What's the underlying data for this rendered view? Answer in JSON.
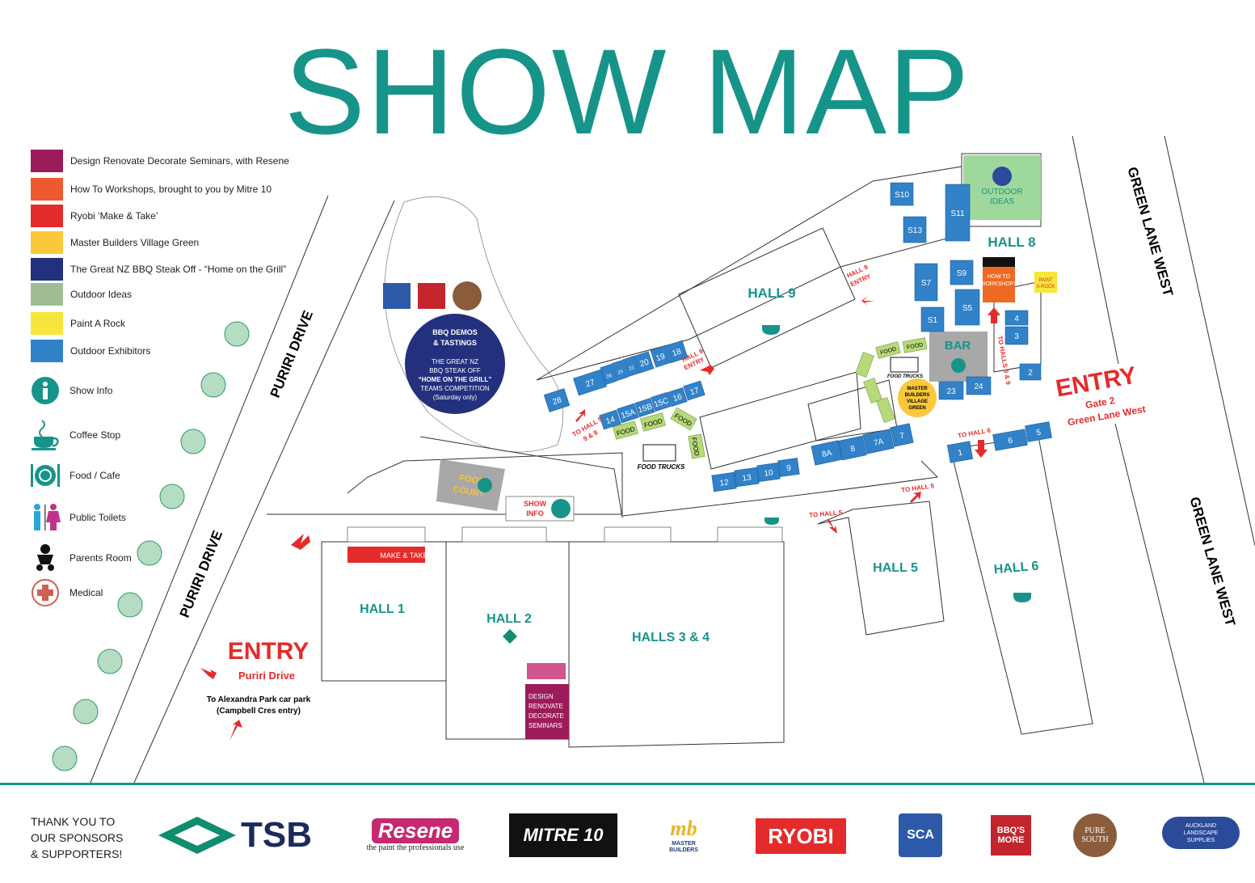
{
  "title": "SHOW MAP",
  "legend": {
    "categories": [
      {
        "label": "Design Renovate Decorate Seminars, with Resene",
        "color": "#9c1c5a"
      },
      {
        "label": "How To Workshops, brought to you by Mitre 10",
        "color": "#ee5a2f"
      },
      {
        "label": "Ryobi ‘Make & Take’",
        "color": "#e42b2b"
      },
      {
        "label": "Master Builders Village Green",
        "color": "#fcc83b"
      },
      {
        "label": "The Great NZ BBQ Steak Off - “Home on the Grill”",
        "color": "#23307e"
      },
      {
        "label": "Outdoor Ideas",
        "color": "#9ebd94"
      },
      {
        "label": "Paint A Rock",
        "color": "#f6e63c"
      },
      {
        "label": "Outdoor Exhibitors",
        "color": "#3182c8"
      }
    ],
    "icons": [
      {
        "label": "Show Info",
        "icon": "info-icon"
      },
      {
        "label": "Coffee Stop",
        "icon": "coffee-cup-icon"
      },
      {
        "label": "Food / Cafe",
        "icon": "plate-cutlery-icon"
      },
      {
        "label": "Public Toilets",
        "icon": "toilets-icon"
      },
      {
        "label": "Parents Room",
        "icon": "baby-icon"
      },
      {
        "label": "Medical",
        "icon": "medical-cross-icon"
      }
    ]
  },
  "colors": {
    "teal": "#179489",
    "red": "#e42b2b",
    "blue": "#3182c8",
    "green_tag": "#b6d97a",
    "navy": "#23307e",
    "grey": "#a8a8a8"
  },
  "streets": {
    "puriri_top": "PURIRI DRIVE",
    "puriri_bottom": "PURIRI DRIVE",
    "green_lane_top": "GREEN LANE WEST",
    "green_lane_bottom": "GREEN LANE WEST"
  },
  "halls": {
    "hall1": "HALL 1",
    "hall2": "HALL 2",
    "halls34": "HALLS 3 & 4",
    "hall5": "HALL 5",
    "hall6": "HALL 6",
    "hall8": "HALL 8",
    "hall9": "HALL 9"
  },
  "entries": {
    "puriri": {
      "title": "ENTRY",
      "sub": "Puriri Drive",
      "note1": "To Alexandra Park car park",
      "note2": "(Campbell Cres entry)"
    },
    "gate2": {
      "title": "ENTRY",
      "sub1": "Gate 2",
      "sub2": "Green Lane West"
    }
  },
  "directions": {
    "to_hall5_98_a": "TO HALL 5",
    "to_hall5_98_b": "9 & 8",
    "hall9_entry_a": "HALL 9",
    "hall9_entry_b": "ENTRY",
    "to_halls_89": "TO HALLS 8 & 9",
    "to_hall6": "TO HALL 6",
    "to_hall5_a": "TO HALL 5",
    "to_hall5_b": "TO HALL 5"
  },
  "areas": {
    "bbq_title1": "BBQ DEMOS",
    "bbq_title2": "& TASTINGS",
    "bbq_l1": "THE GREAT NZ",
    "bbq_l2": "BBQ STEAK OFF",
    "bbq_l3": "“HOME ON THE GRILL”",
    "bbq_l4": "TEAMS COMPETITION",
    "bbq_l5": "(Saturday only)",
    "food_court1": "FOOD",
    "food_court2": "COURT",
    "bar": "BAR",
    "show_info1": "SHOW",
    "show_info2": "INFO",
    "food_trucks": "FOOD TRUCKS",
    "master_builders1": "MASTER",
    "master_builders2": "BUILDERS",
    "master_builders3": "VILLAGE",
    "master_builders4": "GREEN",
    "outdoor_ideas1": "OUTDOOR",
    "outdoor_ideas2": "IDEAS",
    "how_to1": "HOW TO",
    "how_to2": "WORKSHOPS",
    "paint1": "PAINT",
    "paint2": "A ROCK",
    "ryobi_make": "MAKE & TAKE",
    "design1": "DESIGN",
    "design2": "RENOVATE",
    "design3": "DECORATE",
    "design4": "SEMINARS",
    "food": "FOOD"
  },
  "booths": [
    "S10",
    "S11",
    "S13",
    "S9",
    "S7",
    "S5",
    "S1",
    "4",
    "3",
    "2",
    "23",
    "24",
    "1",
    "6",
    "5",
    "8A",
    "8",
    "7A",
    "7",
    "12",
    "13",
    "10",
    "9",
    "28",
    "27",
    "26",
    "25",
    "21",
    "20",
    "19",
    "18",
    "14",
    "15A",
    "15B",
    "15C",
    "16",
    "17"
  ],
  "footer": {
    "thanks1": "THANK YOU TO",
    "thanks2": "OUR SPONSORS",
    "thanks3": "& SUPPORTERS!",
    "sponsors": [
      "TSB",
      "Resene",
      "MITRE 10",
      "MASTER BUILDERS",
      "RYOBI",
      "SCA",
      "BBQ'S MORE",
      "PURE SOUTH",
      "AUCKLAND LANDSCAPE SUPPLIES"
    ],
    "resene_tag": "the paint the professionals use"
  }
}
